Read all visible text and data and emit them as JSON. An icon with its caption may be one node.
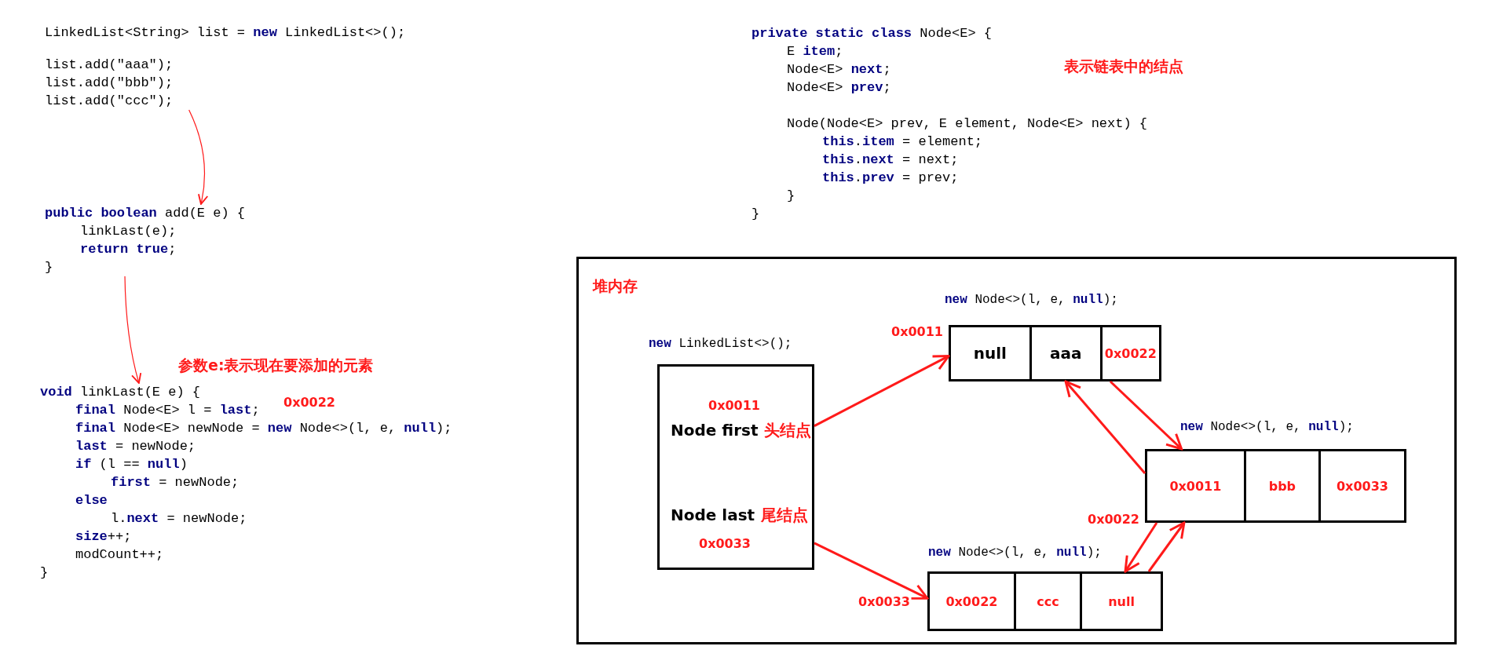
{
  "diagram": {
    "nodes": [
      {
        "text": [
          "LinkedList<String> list = **new** LinkedList<>();",
          "list.add(\"aaa\");",
          "list.add(\"bbb\");",
          "list.add(\"ccc\");"
        ]
      },
      {
        "text": [
          "**public boolean** add(E e) {",
          "linkLast(e);",
          "**return true**;",
          "}"
        ]
      },
      {
        "text": [
          "**void** linkLast(E e) {",
          "**final** Node<E> l = **last**;",
          "**final** Node<E> newNode = **new** Node<>(l, e, **null**);",
          "**last** = newNode;",
          "**if** (l == **null**)",
          "**first** = newNode;",
          "**else**",
          "l.**next** = newNode;",
          "**size**++;",
          "modCount++;",
          "}"
        ]
      },
      {
        "text": [
          "**private static class** Node<E> {",
          "E **item**;",
          "Node<E> **next**;",
          "Node<E> **prev**;",
          "Node(Node<E> prev, E element, Node<E> next) {",
          "**this**.**item** = element;",
          "**this**.**next** = next;",
          "**this**.**prev** = prev;",
          "}",
          "}"
        ]
      },
      {
        "text": [
          "堆内存"
        ]
      },
      {
        "text": [
          "0x0011",
          "Node first",
          "头结点",
          "Node last",
          "尾结点",
          "0x0033"
        ],
        "in": 4,
        "beside": [
          "**new** LinkedList<>();"
        ]
      },
      {
        "text": [
          "null",
          "aaa",
          "0x0022"
        ],
        "in": 4,
        "beside": [
          "**new** Node<>(l, e, **null**);",
          "0x0011"
        ]
      },
      {
        "text": [
          "0x0011",
          "bbb",
          "0x0033"
        ],
        "in": 4,
        "beside": [
          "**new** Node<>(l, e, **null**);",
          "0x0022"
        ]
      },
      {
        "text": [
          "0x0022",
          "ccc",
          "null"
        ],
        "in": 4,
        "beside": [
          "**new** Node<>(l, e, **null**);",
          "0x0033"
        ]
      }
    ],
    "edges": [
      {
        "from": 0,
        "to": 1,
        "arrow": "to"
      },
      {
        "from": 1,
        "to": 2,
        "arrow": "to"
      },
      {
        "from": 5,
        "to": 6,
        "arrow": "to"
      },
      {
        "from": 5,
        "to": 8,
        "arrow": "to"
      },
      {
        "from": 6,
        "to": 7,
        "arrow": "to"
      },
      {
        "from": 7,
        "to": 6,
        "arrow": "to"
      },
      {
        "from": 7,
        "to": 8,
        "arrow": "to"
      },
      {
        "from": 8,
        "to": 7,
        "arrow": "to"
      }
    ],
    "labels": [
      "参数e:表示现在要添加的元素",
      "0x0022",
      "表示链表中的结点"
    ]
  }
}
